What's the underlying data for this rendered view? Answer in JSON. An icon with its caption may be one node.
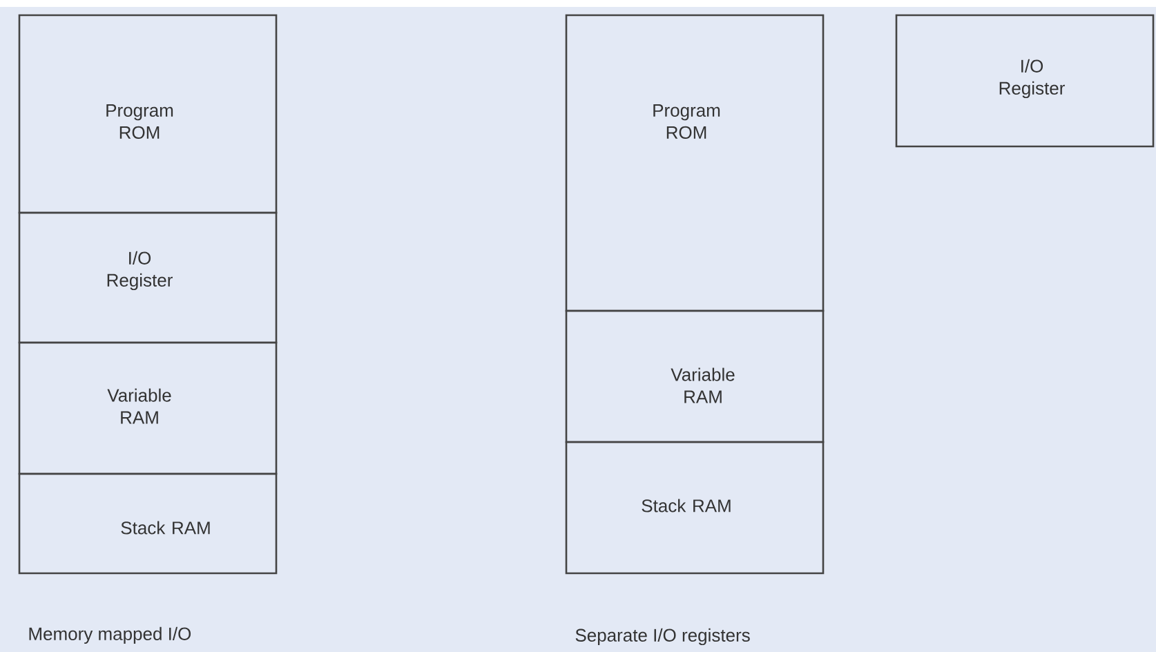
{
  "diagram": {
    "nodes": [
      {
        "text": [
          "Program ROM"
        ]
      },
      {
        "text": [
          "I/O Register"
        ]
      },
      {
        "text": [
          "Variable RAM"
        ]
      },
      {
        "text": [
          "Stack RAM"
        ]
      },
      {
        "text": [
          "Program ROM"
        ]
      },
      {
        "text": [
          "Variable RAM"
        ]
      },
      {
        "text": [
          "Stack RAM"
        ]
      },
      {
        "text": [
          "I/O Register"
        ]
      }
    ],
    "edges": [],
    "labels": [
      "Memory mapped I/O",
      "Separate I/O registers"
    ]
  }
}
